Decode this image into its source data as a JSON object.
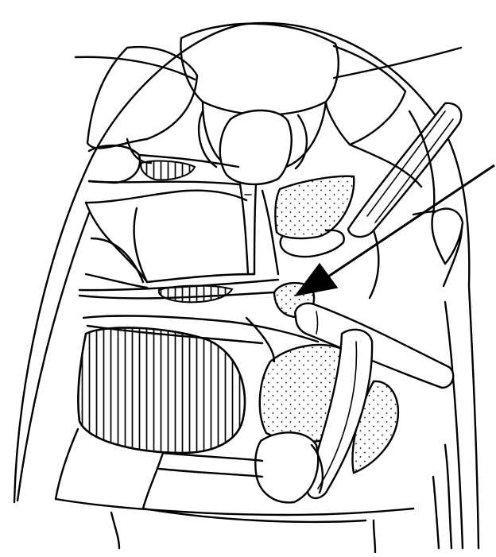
{
  "figure": {
    "subject": "insect-body-line-drawing",
    "line_color": "#000000",
    "background_color": "#ffffff",
    "hatch_pattern": "vertical-lines",
    "stipple_pattern": "dots",
    "pointer": "arrow-pointing-to-small-stippled-lobe"
  }
}
